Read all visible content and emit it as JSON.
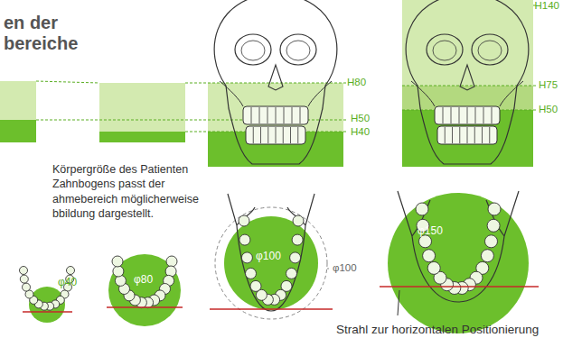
{
  "diagram": {
    "title": "en der bereiche",
    "labels": [
      "H80",
      "H50",
      "H40",
      "H140",
      "H75",
      "H50",
      "Körpergröße des Patienten Zahnbogens passt der ahmebereich möglicherweise bbildung dargestellt.",
      "φ40",
      "φ80",
      "φ100",
      "φ100",
      "φ150",
      "Strahl zur horizontalen Positionierung"
    ]
  }
}
